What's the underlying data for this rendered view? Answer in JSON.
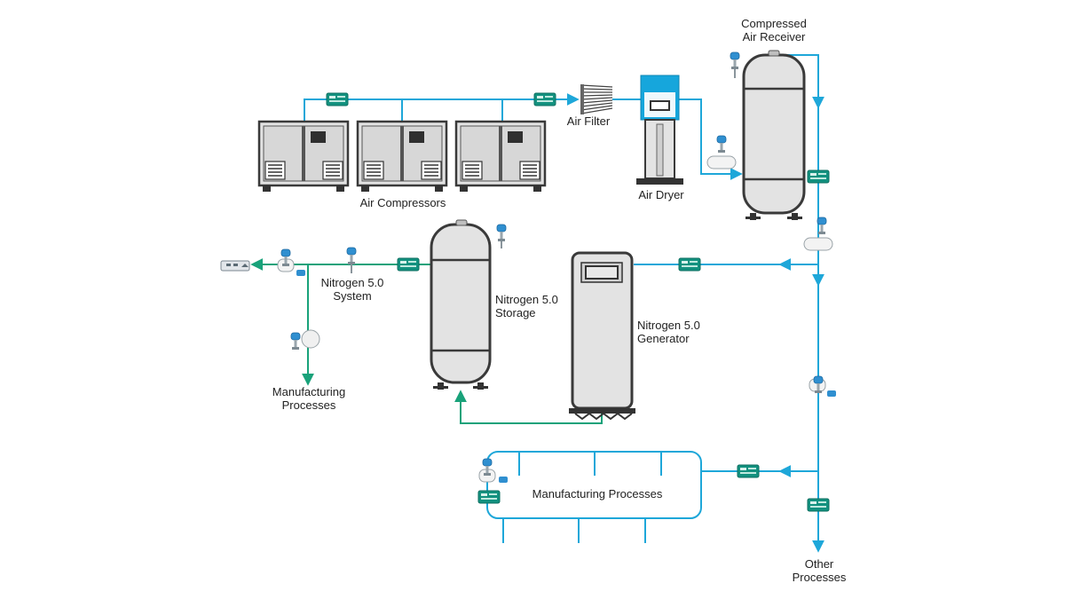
{
  "labels": {
    "receiver_line1": "Compressed",
    "receiver_line2": "Air Receiver",
    "air_filter": "Air Filter",
    "air_dryer": "Air Dryer",
    "air_compressors": "Air Compressors",
    "n2_system_line1": "Nitrogen 5.0",
    "n2_system_line2": "System",
    "n2_storage_line1": "Nitrogen 5.0",
    "n2_storage_line2": "Storage",
    "n2_generator_line1": "Nitrogen 5.0",
    "n2_generator_line2": "Generator",
    "mfg_left_line1": "Manufacturing",
    "mfg_left_line2": "Processes",
    "mfg_main": "Manufacturing Processes",
    "other_line1": "Other",
    "other_line2": "Processes"
  },
  "colors": {
    "air_line": "#1ea7d9",
    "nitrogen_line": "#19a27a",
    "equipment_fill": "#e3e3e3",
    "equipment_stroke": "#3a3a3a",
    "meter_fill": "#13917f",
    "dryer_top": "#16a6dc"
  },
  "icons": {
    "flow_meter": "flow-meter-icon",
    "pressure_transmitter": "pressure-transmitter-icon",
    "filter": "air-filter-icon",
    "gateway": "gateway-device-icon"
  }
}
